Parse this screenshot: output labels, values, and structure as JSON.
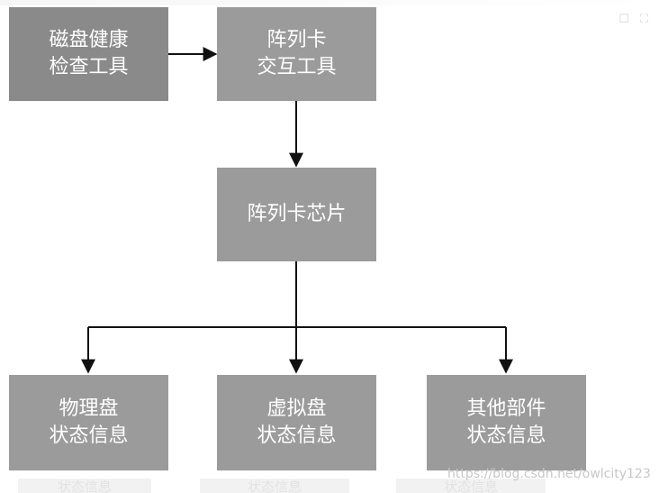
{
  "nodes": {
    "disk_tool": {
      "line1": "磁盘健康",
      "line2": "检查工具"
    },
    "raid_tool": {
      "line1": "阵列卡",
      "line2": "交互工具"
    },
    "raid_chip": {
      "line1": "阵列卡芯片"
    },
    "physical_disk": {
      "line1": "物理盘",
      "line2": "状态信息"
    },
    "virtual_disk": {
      "line1": "虚拟盘",
      "line2": "状态信息"
    },
    "other_parts": {
      "line1": "其他部件",
      "line2": "状态信息"
    }
  },
  "ghost_labels": [
    "状态信息",
    "状态信息",
    "状态信息"
  ],
  "watermark": "https://blog.csdn.net/owlcity123",
  "colors": {
    "box_dark": "#8a8a8a",
    "box_mid": "#9b9b9b",
    "box_text": "#ffffff",
    "connector": "#111111"
  },
  "icons": [
    "checkbox-icon",
    "expand-icon"
  ]
}
